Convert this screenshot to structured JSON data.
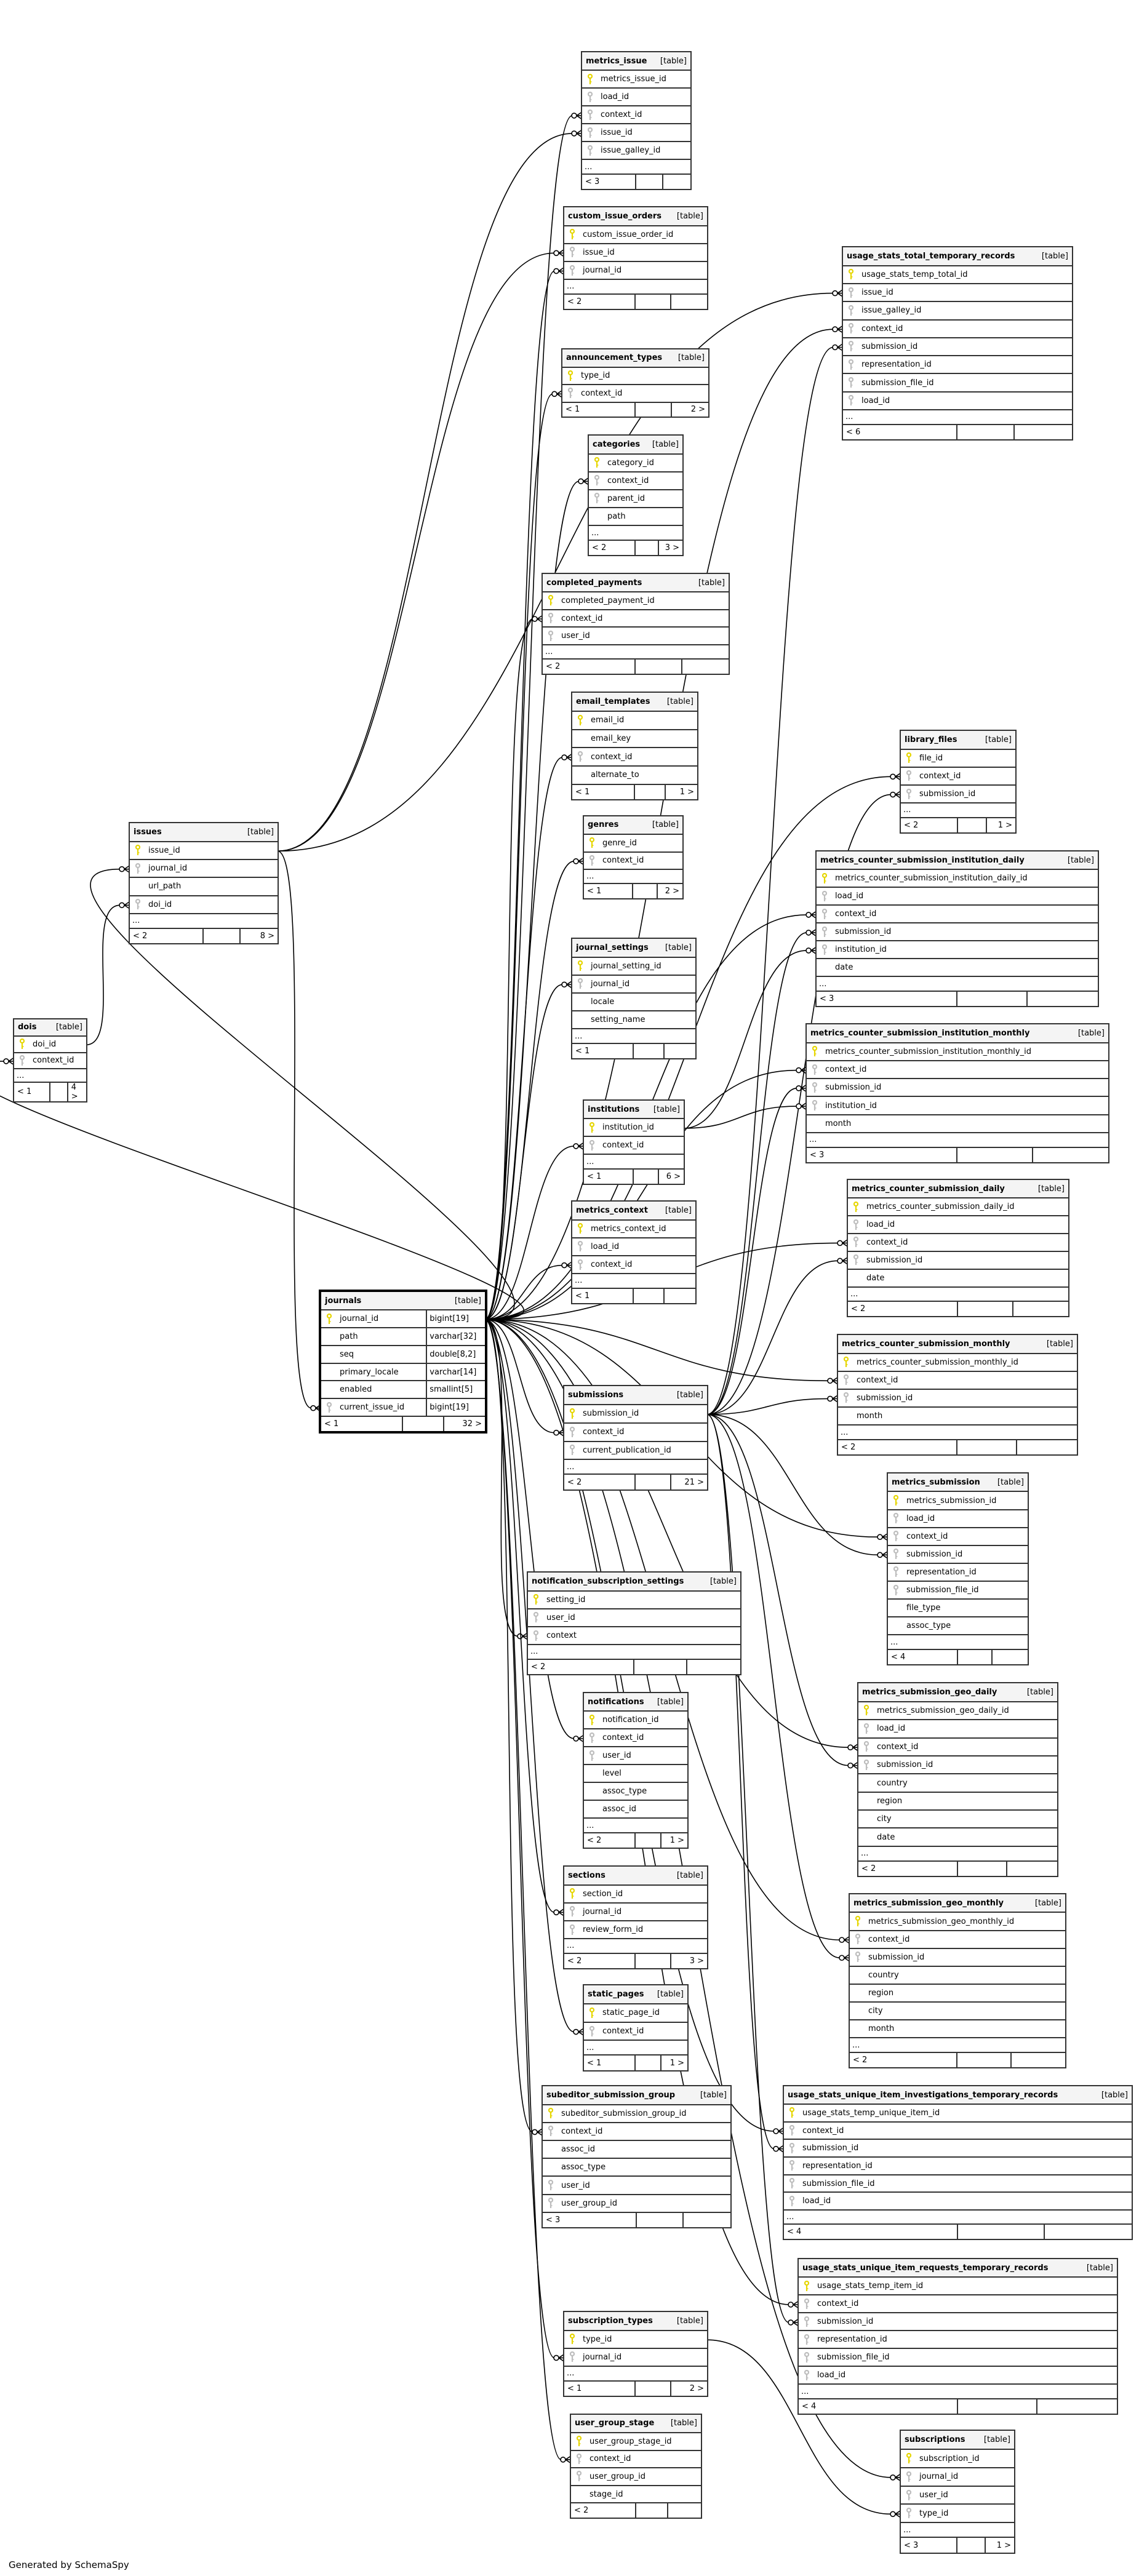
{
  "footer_text": "Generated by SchemaSpy",
  "type_label": "[table]",
  "more_label": "...",
  "colors": {
    "pk_key": "#e6d600",
    "fk_key": "#bdbdbd",
    "border": "#333333",
    "header_bg": "#f4f4f4"
  },
  "tables": [
    {
      "name": "metrics_issue",
      "columns": [
        {
          "name": "metrics_issue_id",
          "key": "pk"
        },
        {
          "name": "load_id",
          "key": "fk"
        },
        {
          "name": "context_id",
          "key": "fk"
        },
        {
          "name": "issue_id",
          "key": "fk"
        },
        {
          "name": "issue_galley_id",
          "key": "fk"
        }
      ],
      "more": true,
      "footer": {
        "left": "< 3",
        "right": ""
      }
    },
    {
      "name": "custom_issue_orders",
      "columns": [
        {
          "name": "custom_issue_order_id",
          "key": "pk"
        },
        {
          "name": "issue_id",
          "key": "fk"
        },
        {
          "name": "journal_id",
          "key": "fk"
        }
      ],
      "more": true,
      "footer": {
        "left": "< 2",
        "right": ""
      }
    },
    {
      "name": "usage_stats_total_temporary_records",
      "columns": [
        {
          "name": "usage_stats_temp_total_id",
          "key": "pk"
        },
        {
          "name": "issue_id",
          "key": "fk"
        },
        {
          "name": "issue_galley_id",
          "key": "fk"
        },
        {
          "name": "context_id",
          "key": "fk"
        },
        {
          "name": "submission_id",
          "key": "fk"
        },
        {
          "name": "representation_id",
          "key": "fk"
        },
        {
          "name": "submission_file_id",
          "key": "fk"
        },
        {
          "name": "load_id",
          "key": "fk"
        }
      ],
      "more": true,
      "footer": {
        "left": "< 6",
        "right": ""
      }
    },
    {
      "name": "announcement_types",
      "columns": [
        {
          "name": "type_id",
          "key": "pk"
        },
        {
          "name": "context_id",
          "key": "fk"
        }
      ],
      "more": false,
      "footer": {
        "left": "< 1",
        "right": "2 >"
      }
    },
    {
      "name": "categories",
      "columns": [
        {
          "name": "category_id",
          "key": "pk"
        },
        {
          "name": "context_id",
          "key": "fk"
        },
        {
          "name": "parent_id",
          "key": "fk"
        },
        {
          "name": "path",
          "key": ""
        }
      ],
      "more": true,
      "footer": {
        "left": "< 2",
        "right": "3 >"
      }
    },
    {
      "name": "completed_payments",
      "columns": [
        {
          "name": "completed_payment_id",
          "key": "pk"
        },
        {
          "name": "context_id",
          "key": "fk"
        },
        {
          "name": "user_id",
          "key": "fk"
        }
      ],
      "more": true,
      "footer": {
        "left": "< 2",
        "right": ""
      }
    },
    {
      "name": "email_templates",
      "columns": [
        {
          "name": "email_id",
          "key": "pk"
        },
        {
          "name": "email_key",
          "key": ""
        },
        {
          "name": "context_id",
          "key": "fk"
        },
        {
          "name": "alternate_to",
          "key": ""
        }
      ],
      "more": false,
      "footer": {
        "left": "< 1",
        "right": "1 >"
      }
    },
    {
      "name": "genres",
      "columns": [
        {
          "name": "genre_id",
          "key": "pk"
        },
        {
          "name": "context_id",
          "key": "fk"
        }
      ],
      "more": true,
      "footer": {
        "left": "< 1",
        "right": "2 >"
      }
    },
    {
      "name": "library_files",
      "columns": [
        {
          "name": "file_id",
          "key": "pk"
        },
        {
          "name": "context_id",
          "key": "fk"
        },
        {
          "name": "submission_id",
          "key": "fk"
        }
      ],
      "more": true,
      "footer": {
        "left": "< 2",
        "right": "1 >"
      }
    },
    {
      "name": "metrics_counter_submission_institution_daily",
      "columns": [
        {
          "name": "metrics_counter_submission_institution_daily_id",
          "key": "pk"
        },
        {
          "name": "load_id",
          "key": "fk"
        },
        {
          "name": "context_id",
          "key": "fk"
        },
        {
          "name": "submission_id",
          "key": "fk"
        },
        {
          "name": "institution_id",
          "key": "fk"
        },
        {
          "name": "date",
          "key": ""
        }
      ],
      "more": true,
      "footer": {
        "left": "< 3",
        "right": ""
      }
    },
    {
      "name": "metrics_counter_submission_institution_monthly",
      "columns": [
        {
          "name": "metrics_counter_submission_institution_monthly_id",
          "key": "pk"
        },
        {
          "name": "context_id",
          "key": "fk"
        },
        {
          "name": "submission_id",
          "key": "fk"
        },
        {
          "name": "institution_id",
          "key": "fk"
        },
        {
          "name": "month",
          "key": ""
        }
      ],
      "more": true,
      "footer": {
        "left": "< 3",
        "right": ""
      }
    },
    {
      "name": "journal_settings",
      "columns": [
        {
          "name": "journal_setting_id",
          "key": "pk"
        },
        {
          "name": "journal_id",
          "key": "fk"
        },
        {
          "name": "locale",
          "key": ""
        },
        {
          "name": "setting_name",
          "key": ""
        }
      ],
      "more": true,
      "footer": {
        "left": "< 1",
        "right": ""
      }
    },
    {
      "name": "institutions",
      "columns": [
        {
          "name": "institution_id",
          "key": "pk"
        },
        {
          "name": "context_id",
          "key": "fk"
        }
      ],
      "more": true,
      "footer": {
        "left": "< 1",
        "right": "6 >"
      }
    },
    {
      "name": "issues",
      "columns": [
        {
          "name": "issue_id",
          "key": "pk"
        },
        {
          "name": "journal_id",
          "key": "fk"
        },
        {
          "name": "url_path",
          "key": ""
        },
        {
          "name": "doi_id",
          "key": "fk"
        }
      ],
      "more": true,
      "footer": {
        "left": "< 2",
        "right": "8 >"
      }
    },
    {
      "name": "dois",
      "columns": [
        {
          "name": "doi_id",
          "key": "pk"
        },
        {
          "name": "context_id",
          "key": "fk"
        }
      ],
      "more": true,
      "footer": {
        "left": "< 1",
        "right": "4 >"
      }
    },
    {
      "name": "metrics_context",
      "columns": [
        {
          "name": "metrics_context_id",
          "key": "pk"
        },
        {
          "name": "load_id",
          "key": "fk"
        },
        {
          "name": "context_id",
          "key": "fk"
        }
      ],
      "more": true,
      "footer": {
        "left": "< 1",
        "right": ""
      }
    },
    {
      "name": "metrics_counter_submission_daily",
      "columns": [
        {
          "name": "metrics_counter_submission_daily_id",
          "key": "pk"
        },
        {
          "name": "load_id",
          "key": "fk"
        },
        {
          "name": "context_id",
          "key": "fk"
        },
        {
          "name": "submission_id",
          "key": "fk"
        },
        {
          "name": "date",
          "key": ""
        }
      ],
      "more": true,
      "footer": {
        "left": "< 2",
        "right": ""
      }
    },
    {
      "name": "journals",
      "columns": [
        {
          "name": "journal_id",
          "key": "pk",
          "type": "bigint[19]"
        },
        {
          "name": "path",
          "key": "",
          "type": "varchar[32]"
        },
        {
          "name": "seq",
          "key": "",
          "type": "double[8,2]"
        },
        {
          "name": "primary_locale",
          "key": "",
          "type": "varchar[14]"
        },
        {
          "name": "enabled",
          "key": "",
          "type": "smallint[5]"
        },
        {
          "name": "current_issue_id",
          "key": "fk",
          "type": "bigint[19]"
        }
      ],
      "more": false,
      "footer": {
        "left": "< 1",
        "right": "32 >"
      }
    },
    {
      "name": "metrics_counter_submission_monthly",
      "columns": [
        {
          "name": "metrics_counter_submission_monthly_id",
          "key": "pk"
        },
        {
          "name": "context_id",
          "key": "fk"
        },
        {
          "name": "submission_id",
          "key": "fk"
        },
        {
          "name": "month",
          "key": ""
        }
      ],
      "more": true,
      "footer": {
        "left": "< 2",
        "right": ""
      }
    },
    {
      "name": "submissions",
      "columns": [
        {
          "name": "submission_id",
          "key": "pk"
        },
        {
          "name": "context_id",
          "key": "fk"
        },
        {
          "name": "current_publication_id",
          "key": "fk"
        }
      ],
      "more": true,
      "footer": {
        "left": "< 2",
        "right": "21 >"
      }
    },
    {
      "name": "metrics_submission",
      "columns": [
        {
          "name": "metrics_submission_id",
          "key": "pk"
        },
        {
          "name": "load_id",
          "key": "fk"
        },
        {
          "name": "context_id",
          "key": "fk"
        },
        {
          "name": "submission_id",
          "key": "fk"
        },
        {
          "name": "representation_id",
          "key": "fk"
        },
        {
          "name": "submission_file_id",
          "key": "fk"
        },
        {
          "name": "file_type",
          "key": ""
        },
        {
          "name": "assoc_type",
          "key": ""
        }
      ],
      "more": true,
      "footer": {
        "left": "< 4",
        "right": ""
      }
    },
    {
      "name": "notification_subscription_settings",
      "columns": [
        {
          "name": "setting_id",
          "key": "pk"
        },
        {
          "name": "user_id",
          "key": "fk"
        },
        {
          "name": "context",
          "key": "fk"
        }
      ],
      "more": true,
      "footer": {
        "left": "< 2",
        "right": ""
      }
    },
    {
      "name": "notifications",
      "columns": [
        {
          "name": "notification_id",
          "key": "pk"
        },
        {
          "name": "context_id",
          "key": "fk"
        },
        {
          "name": "user_id",
          "key": "fk"
        },
        {
          "name": "level",
          "key": ""
        },
        {
          "name": "assoc_type",
          "key": ""
        },
        {
          "name": "assoc_id",
          "key": ""
        }
      ],
      "more": true,
      "footer": {
        "left": "< 2",
        "right": "1 >"
      }
    },
    {
      "name": "metrics_submission_geo_daily",
      "columns": [
        {
          "name": "metrics_submission_geo_daily_id",
          "key": "pk"
        },
        {
          "name": "load_id",
          "key": "fk"
        },
        {
          "name": "context_id",
          "key": "fk"
        },
        {
          "name": "submission_id",
          "key": "fk"
        },
        {
          "name": "country",
          "key": ""
        },
        {
          "name": "region",
          "key": ""
        },
        {
          "name": "city",
          "key": ""
        },
        {
          "name": "date",
          "key": ""
        }
      ],
      "more": true,
      "footer": {
        "left": "< 2",
        "right": ""
      }
    },
    {
      "name": "sections",
      "columns": [
        {
          "name": "section_id",
          "key": "pk"
        },
        {
          "name": "journal_id",
          "key": "fk"
        },
        {
          "name": "review_form_id",
          "key": "fk"
        }
      ],
      "more": true,
      "footer": {
        "left": "< 2",
        "right": "3 >"
      }
    },
    {
      "name": "metrics_submission_geo_monthly",
      "columns": [
        {
          "name": "metrics_submission_geo_monthly_id",
          "key": "pk"
        },
        {
          "name": "context_id",
          "key": "fk"
        },
        {
          "name": "submission_id",
          "key": "fk"
        },
        {
          "name": "country",
          "key": ""
        },
        {
          "name": "region",
          "key": ""
        },
        {
          "name": "city",
          "key": ""
        },
        {
          "name": "month",
          "key": ""
        }
      ],
      "more": true,
      "footer": {
        "left": "< 2",
        "right": ""
      }
    },
    {
      "name": "static_pages",
      "columns": [
        {
          "name": "static_page_id",
          "key": "pk"
        },
        {
          "name": "context_id",
          "key": "fk"
        }
      ],
      "more": true,
      "footer": {
        "left": "< 1",
        "right": "1 >"
      }
    },
    {
      "name": "subeditor_submission_group",
      "columns": [
        {
          "name": "subeditor_submission_group_id",
          "key": "pk"
        },
        {
          "name": "context_id",
          "key": "fk"
        },
        {
          "name": "assoc_id",
          "key": ""
        },
        {
          "name": "assoc_type",
          "key": ""
        },
        {
          "name": "user_id",
          "key": "fk"
        },
        {
          "name": "user_group_id",
          "key": "fk"
        }
      ],
      "more": false,
      "footer": {
        "left": "< 3",
        "right": ""
      }
    },
    {
      "name": "usage_stats_unique_item_investigations_temporary_records",
      "columns": [
        {
          "name": "usage_stats_temp_unique_item_id",
          "key": "pk"
        },
        {
          "name": "context_id",
          "key": "fk"
        },
        {
          "name": "submission_id",
          "key": "fk"
        },
        {
          "name": "representation_id",
          "key": "fk"
        },
        {
          "name": "submission_file_id",
          "key": "fk"
        },
        {
          "name": "load_id",
          "key": "fk"
        }
      ],
      "more": true,
      "footer": {
        "left": "< 4",
        "right": ""
      }
    },
    {
      "name": "usage_stats_unique_item_requests_temporary_records",
      "columns": [
        {
          "name": "usage_stats_temp_item_id",
          "key": "pk"
        },
        {
          "name": "context_id",
          "key": "fk"
        },
        {
          "name": "submission_id",
          "key": "fk"
        },
        {
          "name": "representation_id",
          "key": "fk"
        },
        {
          "name": "submission_file_id",
          "key": "fk"
        },
        {
          "name": "load_id",
          "key": "fk"
        }
      ],
      "more": true,
      "footer": {
        "left": "< 4",
        "right": ""
      }
    },
    {
      "name": "subscription_types",
      "columns": [
        {
          "name": "type_id",
          "key": "pk"
        },
        {
          "name": "journal_id",
          "key": "fk"
        }
      ],
      "more": true,
      "footer": {
        "left": "< 1",
        "right": "2 >"
      }
    },
    {
      "name": "user_group_stage",
      "columns": [
        {
          "name": "user_group_stage_id",
          "key": "pk"
        },
        {
          "name": "context_id",
          "key": "fk"
        },
        {
          "name": "user_group_id",
          "key": "fk"
        },
        {
          "name": "stage_id",
          "key": ""
        }
      ],
      "more": false,
      "footer": {
        "left": "< 2",
        "right": ""
      }
    },
    {
      "name": "subscriptions",
      "columns": [
        {
          "name": "subscription_id",
          "key": "pk"
        },
        {
          "name": "journal_id",
          "key": "fk"
        },
        {
          "name": "user_id",
          "key": "fk"
        },
        {
          "name": "type_id",
          "key": "fk"
        }
      ],
      "more": true,
      "footer": {
        "left": "< 3",
        "right": "1 >"
      }
    }
  ]
}
